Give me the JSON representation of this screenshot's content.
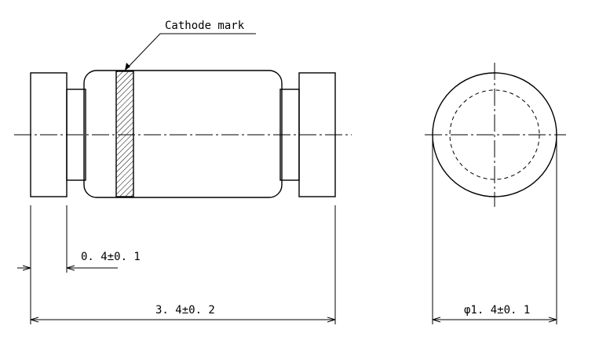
{
  "labels": {
    "cathode_mark": "Cathode mark",
    "dim_cap_width": "0. 4±0. 1",
    "dim_total_length": "3. 4±0. 2",
    "dim_diameter": "φ1. 4±0. 1"
  }
}
